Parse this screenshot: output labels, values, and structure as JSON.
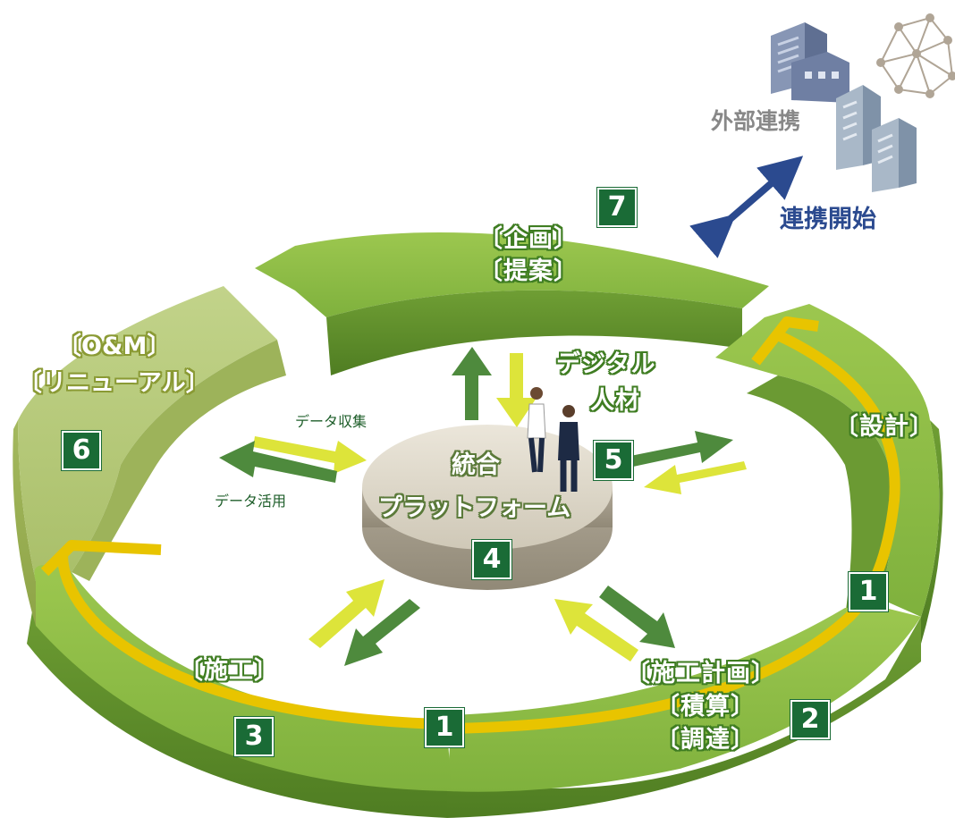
{
  "phases": {
    "planning": "〔企画〕",
    "proposal": "〔提案〕",
    "design": "〔設計〕",
    "construction_plan": "〔施工計画〕",
    "estimate": "〔積算〕",
    "procurement": "〔調達〕",
    "construction": "〔施工〕",
    "om": "〔O&M〕",
    "renewal": "〔リニューアル〕"
  },
  "center": {
    "line1": "統合",
    "line2": "プラットフォーム"
  },
  "digital_talent": {
    "line1": "デジタル",
    "line2": "人材"
  },
  "arrows": {
    "collect": "データ収集",
    "use": "データ活用"
  },
  "external": {
    "label": "外部連携",
    "start": "連携開始"
  },
  "badges": {
    "b1_right": "1",
    "b1_bottom": "1",
    "b2": "2",
    "b3": "3",
    "b4": "4",
    "b5": "5",
    "b6": "6",
    "b7": "7"
  },
  "colors": {
    "ring_green": "#86b444",
    "ring_light": "#b5c97a",
    "yellow_track": "#e8c400",
    "badge": "#1a6b36",
    "link_blue": "#2b4a8f",
    "platform": "#d6d0c2"
  },
  "icons": [
    "building-icon",
    "network-icon",
    "office-building-icon",
    "businesspeople-icon"
  ]
}
